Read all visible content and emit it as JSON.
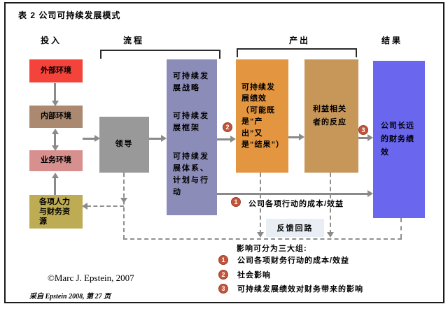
{
  "title": "表 2 公司可持续发展模式",
  "columns": {
    "input": "投入",
    "process": "流程",
    "output": "产出",
    "result": "结果"
  },
  "boxes": {
    "external": "外部环境",
    "internal": "内部环境",
    "business": "业务环境",
    "resources": "各项人力与财务资源",
    "leadership": "领导",
    "strategy": [
      "可持续发展战略",
      "可持续发展框架",
      "可持续发展体系、计划与行动"
    ],
    "performance": "可持续发展绩效（可能既是“产出”又是“结果”）",
    "stakeholders": "利益相关者的反应",
    "financial": "公司长远的财务绩效"
  },
  "markers": {
    "one": "1",
    "two": "2",
    "three": "3"
  },
  "annotations": {
    "costs_label": "公司各项行动的成本/效益",
    "feedback_label": "反馈回路"
  },
  "legend": {
    "heading": "影响可分为三大组:",
    "items": [
      {
        "num": "1",
        "text": "公司各项财务行动的成本/效益"
      },
      {
        "num": "2",
        "text": "社会影响"
      },
      {
        "num": "3",
        "text": "可持续发展绩效对财务带来的影响"
      }
    ]
  },
  "footer": {
    "copyright": "©Marc J. Epstein, 2007",
    "source": "采自 Epstein 2008, 第 27 页"
  },
  "colors": {
    "external": "#f4433b",
    "internal": "#ab8971",
    "business": "#d8908e",
    "resources": "#beac55",
    "leadership": "#999999",
    "strategy": "#8c8cb8",
    "performance": "#e3953f",
    "stakeholders": "#c79659",
    "financial": "#6a67ee",
    "marker": "#c2553b",
    "feedback_bg": "#e8eef3",
    "arrow": "#8a8a8a"
  }
}
